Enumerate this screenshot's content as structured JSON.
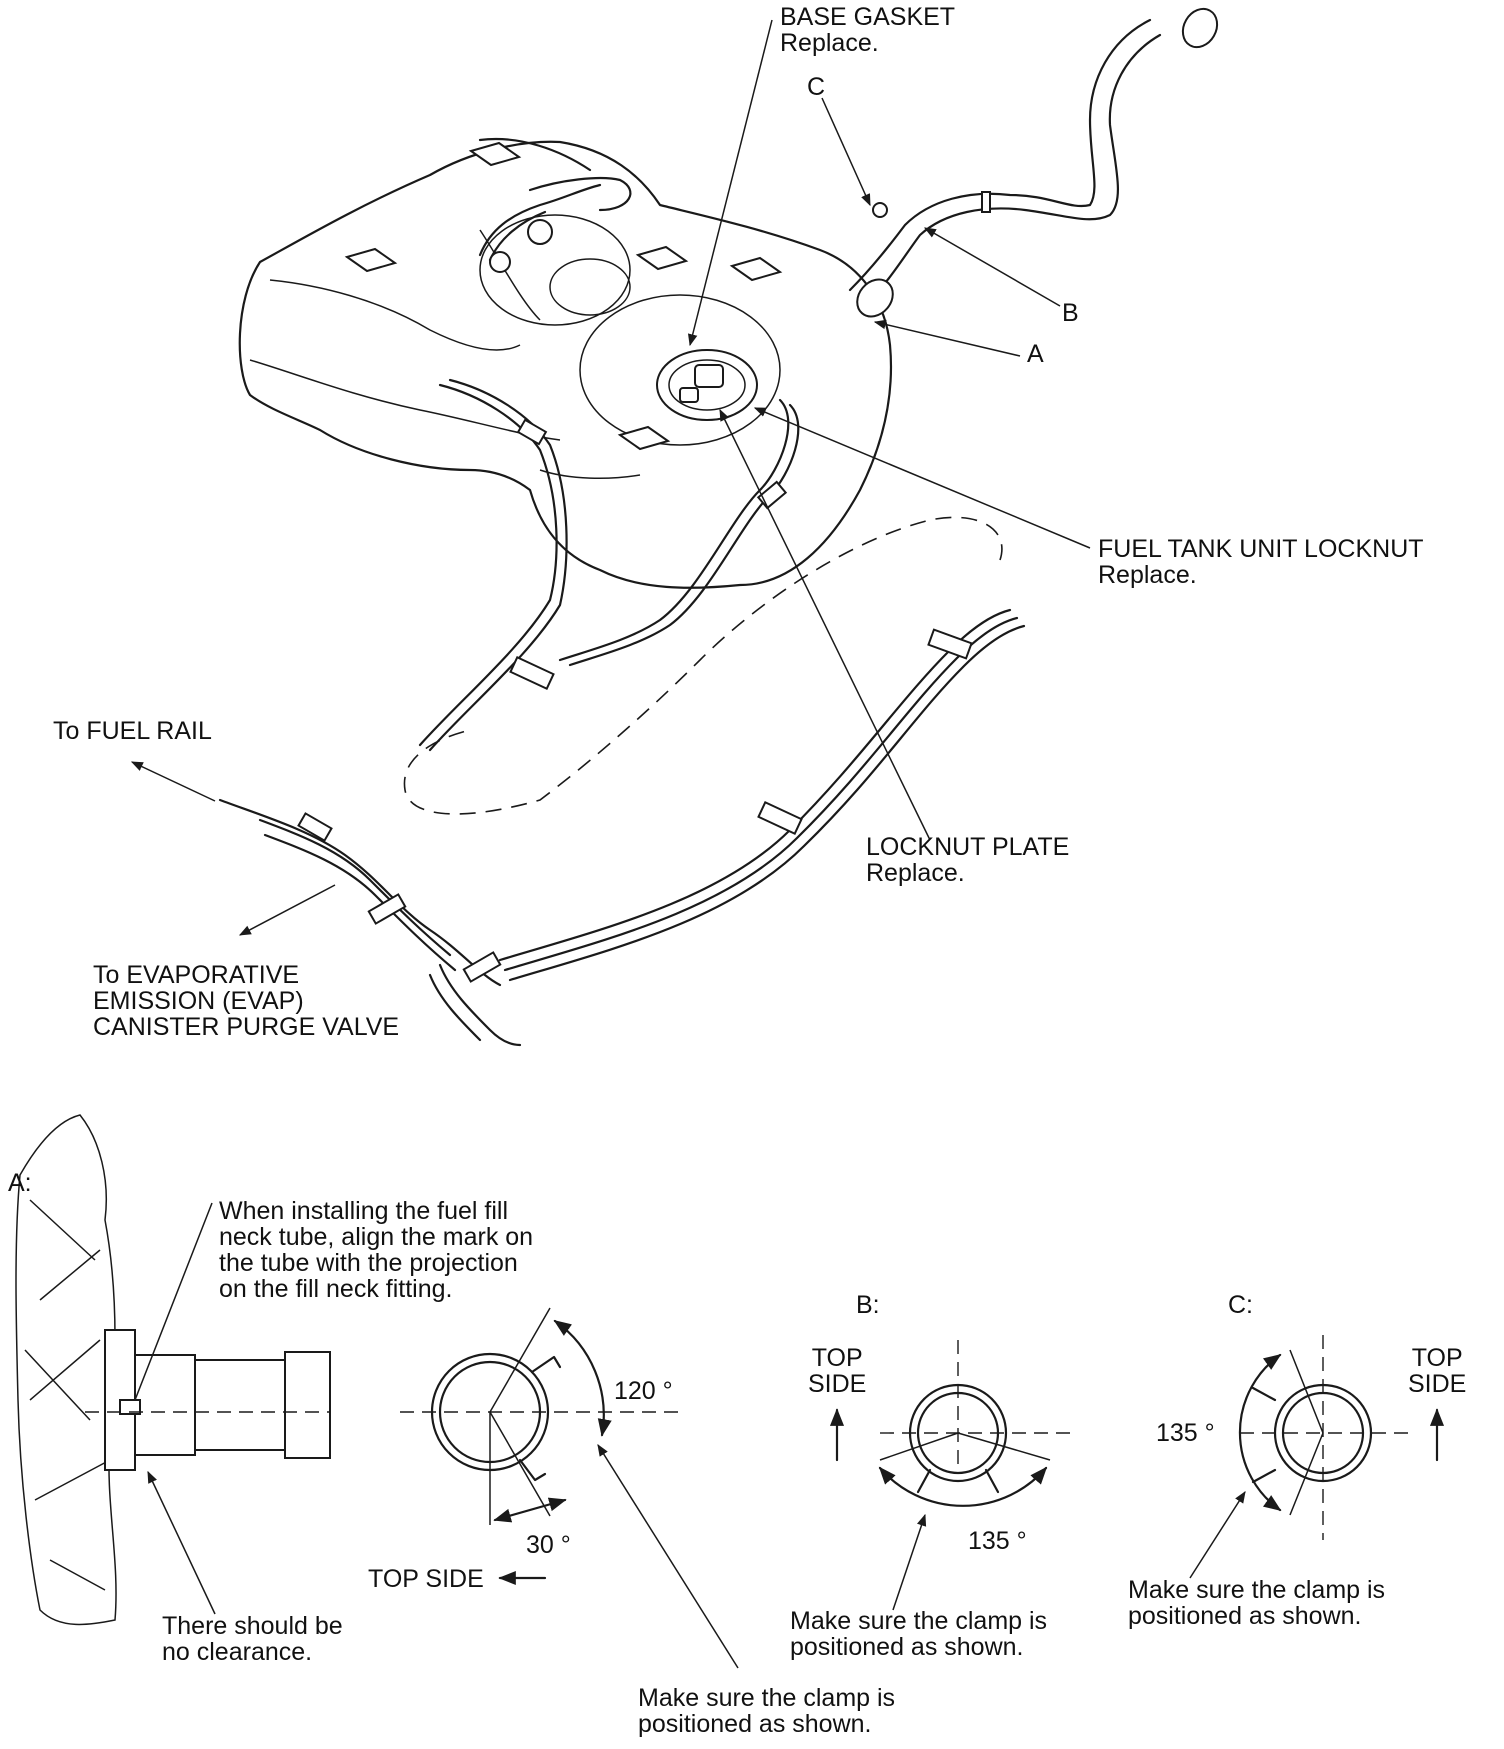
{
  "labels": {
    "base_gasket": "BASE GASKET\nReplace.",
    "c_main": "C",
    "b_main": "B",
    "a_main": "A",
    "fuel_tank_unit_locknut": "FUEL TANK UNIT LOCKNUT\nReplace.",
    "to_fuel_rail": "To FUEL RAIL",
    "locknut_plate": "LOCKNUT PLATE\nReplace.",
    "to_evap": "To EVAPORATIVE\nEMISSION (EVAP)\nCANISTER PURGE VALVE"
  },
  "detail_a": {
    "title": "A:",
    "install_note": "When installing the fuel fill\nneck tube, align the mark on\nthe tube with the projection\non the fill neck fitting.",
    "clearance_note": "There should be\nno clearance.",
    "angle_120": "120 °",
    "angle_30": "30 °",
    "top_side": "TOP SIDE",
    "clamp_note": "Make sure the clamp is\npositioned as shown."
  },
  "detail_b": {
    "title": "B:",
    "top_side": "TOP\nSIDE",
    "angle": "135 °",
    "clamp_note": "Make sure the clamp is\npositioned as shown."
  },
  "detail_c": {
    "title": "C:",
    "top_side": "TOP\nSIDE",
    "angle": "135 °",
    "clamp_note": "Make sure the clamp is\npositioned as shown."
  }
}
